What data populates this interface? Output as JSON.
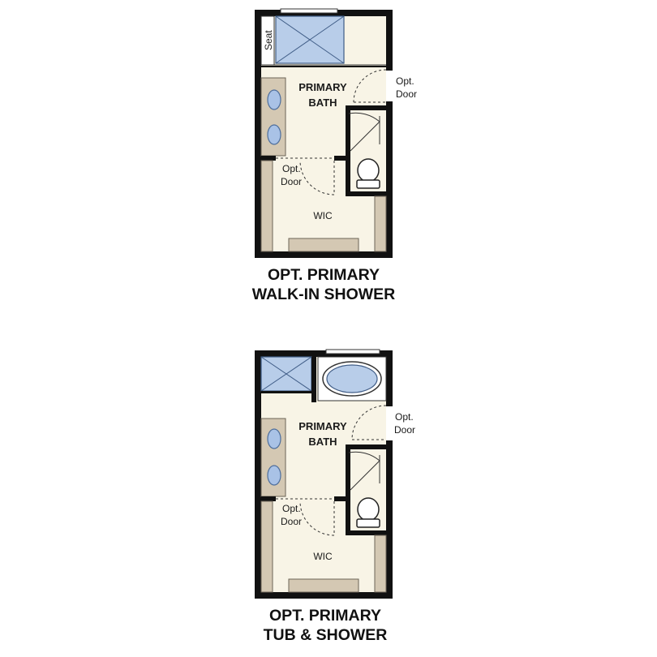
{
  "plans": [
    {
      "room_label_1": "PRIMARY",
      "room_label_2": "BATH",
      "seat_label": "Seat",
      "opt_door_right_1": "Opt.",
      "opt_door_right_2": "Door",
      "opt_door_left_1": "Opt.",
      "opt_door_left_2": "Door",
      "closet_label": "WIC",
      "caption_line_1": "OPT. PRIMARY",
      "caption_line_2": "WALK-IN SHOWER"
    },
    {
      "room_label_1": "PRIMARY",
      "room_label_2": "BATH",
      "opt_door_right_1": "Opt.",
      "opt_door_right_2": "Door",
      "opt_door_left_1": "Opt.",
      "opt_door_left_2": "Door",
      "closet_label": "WIC",
      "caption_line_1": "OPT. PRIMARY",
      "caption_line_2": "TUB & SHOWER"
    }
  ]
}
